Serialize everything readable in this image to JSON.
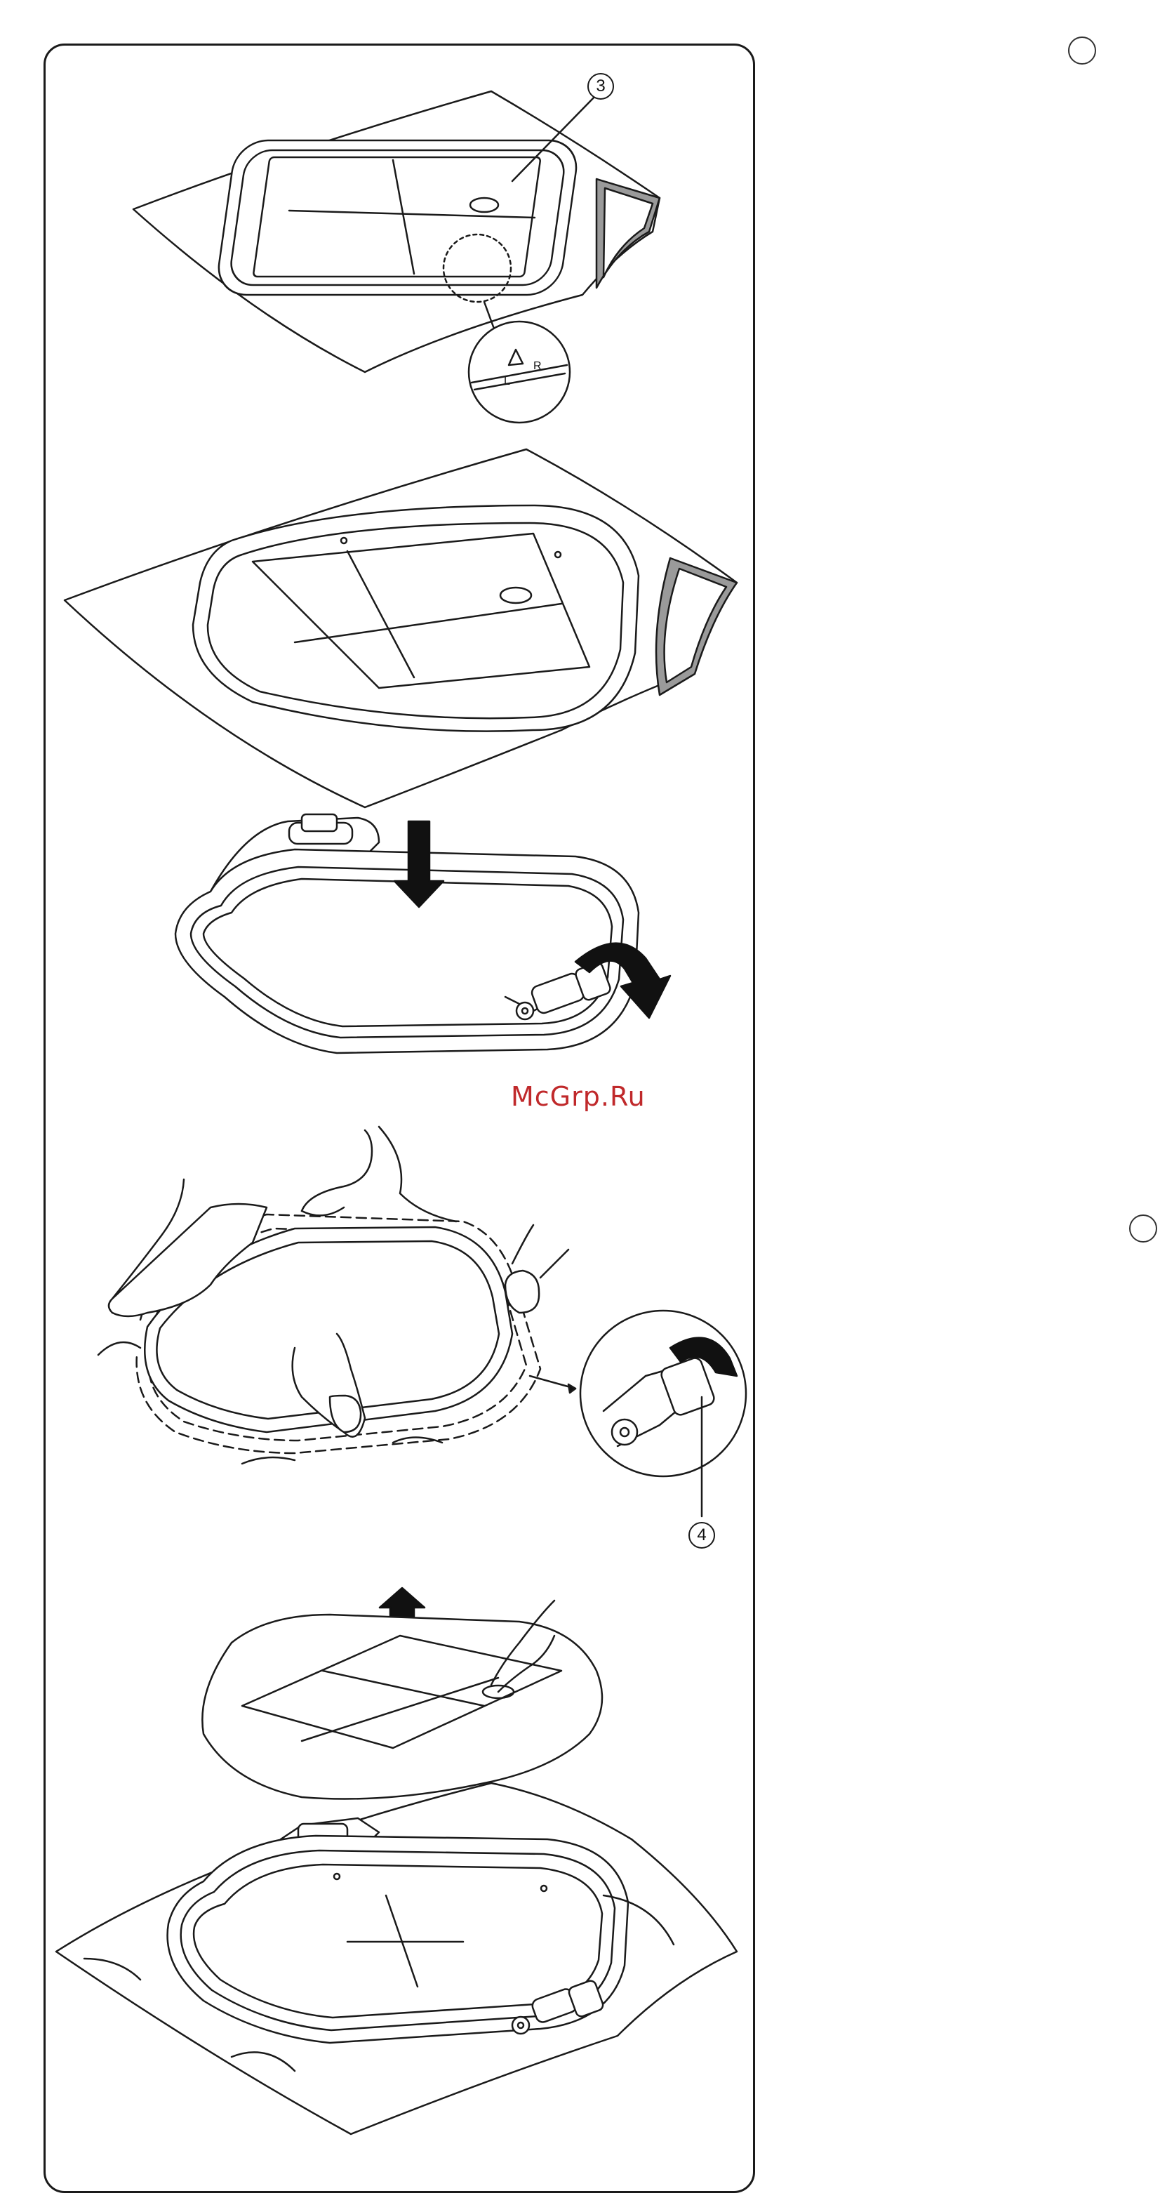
{
  "callouts": {
    "three": "3",
    "four": "4"
  },
  "inset_letters": {
    "left": "L",
    "right": "R"
  },
  "watermark": "McGrp.Ru",
  "colors": {
    "line": "#1a1a1a",
    "fabric_edge": "#8a8a8a",
    "watermark": "#c0292b",
    "arrow": "#111111"
  }
}
